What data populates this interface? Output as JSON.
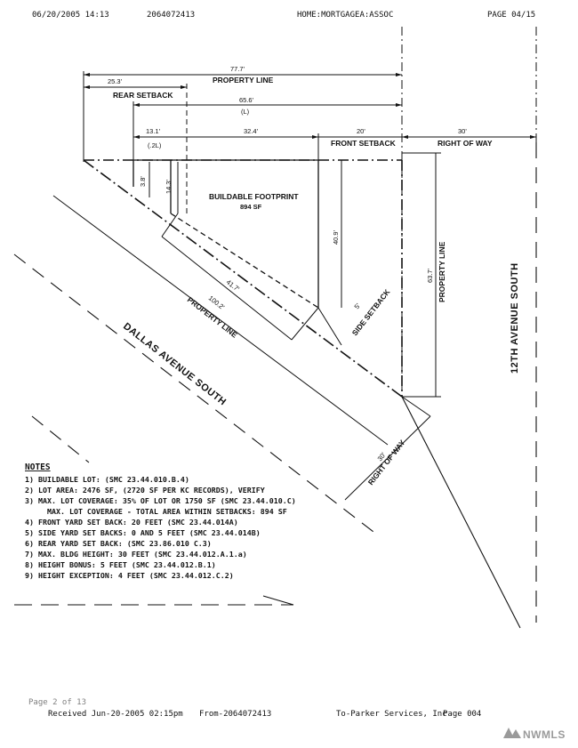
{
  "fax_header": {
    "datetime": "06/20/2005  14:13",
    "phone": "2064072413",
    "sender": "HOME:MORTGAGEA:ASSOC",
    "page": "PAGE  04/15"
  },
  "fax_footer": {
    "received": "Received   Jun-20-2005  02:15pm",
    "from": "From-2064072413",
    "to": "To-Parker Services, Inc",
    "page": "Page  004",
    "cut_off_text": "Page 2 of 13"
  },
  "watermark": "NWMLS",
  "site_plan": {
    "dimensions": {
      "property_line_total": "77.7'",
      "rear_setback": "25.3'",
      "lot_length": "65.6'",
      "lot_length_symbol": "(L)",
      "left_segment": "13.1'",
      "left_segment_symbol": "(.2L)",
      "middle_segment": "32.4'",
      "front_setback_depth": "20'",
      "right_of_way_top": "30'",
      "small_a": "3.8'",
      "small_b": "14.3'",
      "footprint_height": "40.9'",
      "diag_footprint": "41.7'",
      "diag_property": "100.2'",
      "side_setback_depth": "5'",
      "east_property": "63.7'",
      "right_of_way_diag": "30'"
    },
    "labels": {
      "property_line_top": "PROPERTY LINE",
      "rear_setback": "REAR SETBACK",
      "front_setback": "FRONT SETBACK",
      "right_of_way_top": "RIGHT OF WAY",
      "footprint_title": "BUILDABLE FOOTPRINT",
      "footprint_area": "894 SF",
      "side_setback": "SIDE SETBACK",
      "property_line_diag": "PROPERTY LINE",
      "property_line_east": "PROPERTY LINE",
      "right_of_way_diag": "RIGHT OF WAY"
    },
    "streets": {
      "diagonal": "DALLAS AVENUE SOUTH",
      "vertical": "12TH AVENUE SOUTH"
    }
  },
  "notes": {
    "title": "NOTES",
    "items": [
      "1)  BUILDABLE LOT: (SMC 23.44.010.B.4)",
      "2)  LOT AREA: 2476 SF, (2720 SF PER KC RECORDS), VERIFY",
      "3)  MAX. LOT COVERAGE: 35% OF LOT OR 1750 SF (SMC 23.44.010.C)",
      "     MAX. LOT COVERAGE - TOTAL AREA WITHIN SETBACKS: 894 SF",
      "4)  FRONT YARD SET BACK: 20 FEET (SMC 23.44.014A)",
      "5)  SIDE YARD SET BACKS: 0 AND 5 FEET (SMC 23.44.014B)",
      "6)  REAR YARD SET BACK: (SMC 23.86.010 C.3)",
      "7)  MAX. BLDG HEIGHT: 30 FEET (SMC 23.44.012.A.1.a)",
      "8)  HEIGHT BONUS: 5 FEET (SMC 23.44.012.B.1)",
      "9)  HEIGHT EXCEPTION: 4 FEET (SMC 23.44.012.C.2)"
    ]
  },
  "colors": {
    "ink": "#111111",
    "watermark": "#9a9a9a",
    "paper": "#ffffff"
  }
}
